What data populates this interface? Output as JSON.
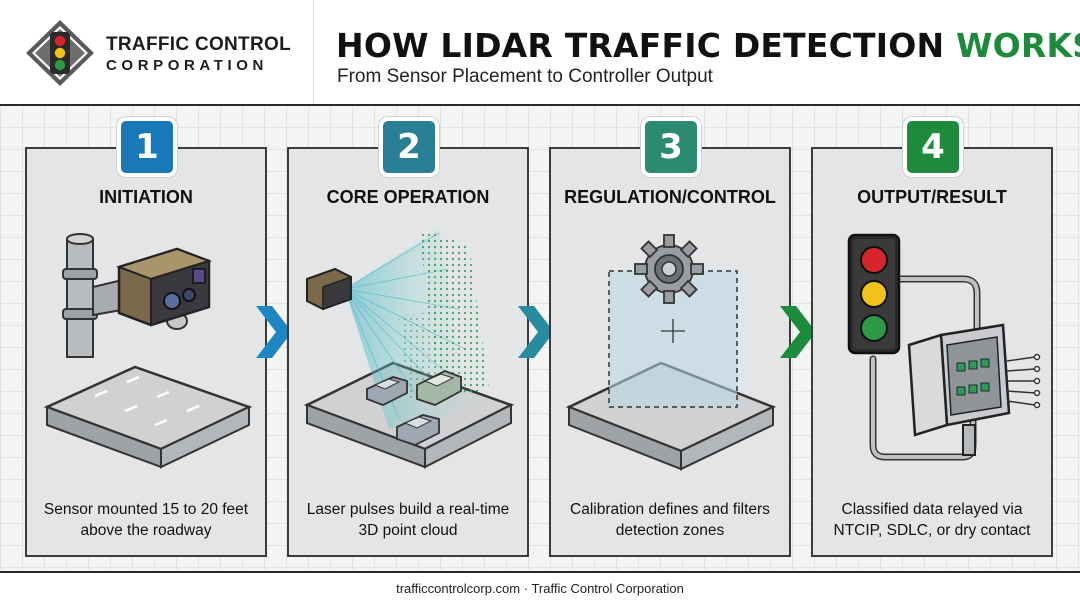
{
  "brand": {
    "name_line1": "TRAFFIC CONTROL",
    "name_line2": "CORPORATION"
  },
  "header": {
    "title_main": "HOW LIDAR TRAFFIC DETECTION ",
    "title_accent": "WORKS",
    "subtitle": "From Sensor Placement to Controller Output"
  },
  "colors": {
    "accent_green": "#1e8a3c",
    "step1": "#1878b8",
    "step2": "#2a7f95",
    "step3": "#2b8a6f",
    "step4": "#1e8a3c"
  },
  "steps": [
    {
      "number": "1",
      "title": "INITIATION",
      "description": "Sensor mounted 15 to 20 feet above the roadway"
    },
    {
      "number": "2",
      "title": "CORE OPERATION",
      "description": "Laser pulses build a real-time 3D point cloud"
    },
    {
      "number": "3",
      "title": "REGULATION/CONTROL",
      "description": "Calibration defines and filters detection zones"
    },
    {
      "number": "4",
      "title": "OUTPUT/RESULT",
      "description": "Classified data relayed via NTCIP, SDLC, or dry contact"
    }
  ],
  "footer": {
    "text": "trafficcontrolcorp.com · Traffic Control Corporation"
  }
}
